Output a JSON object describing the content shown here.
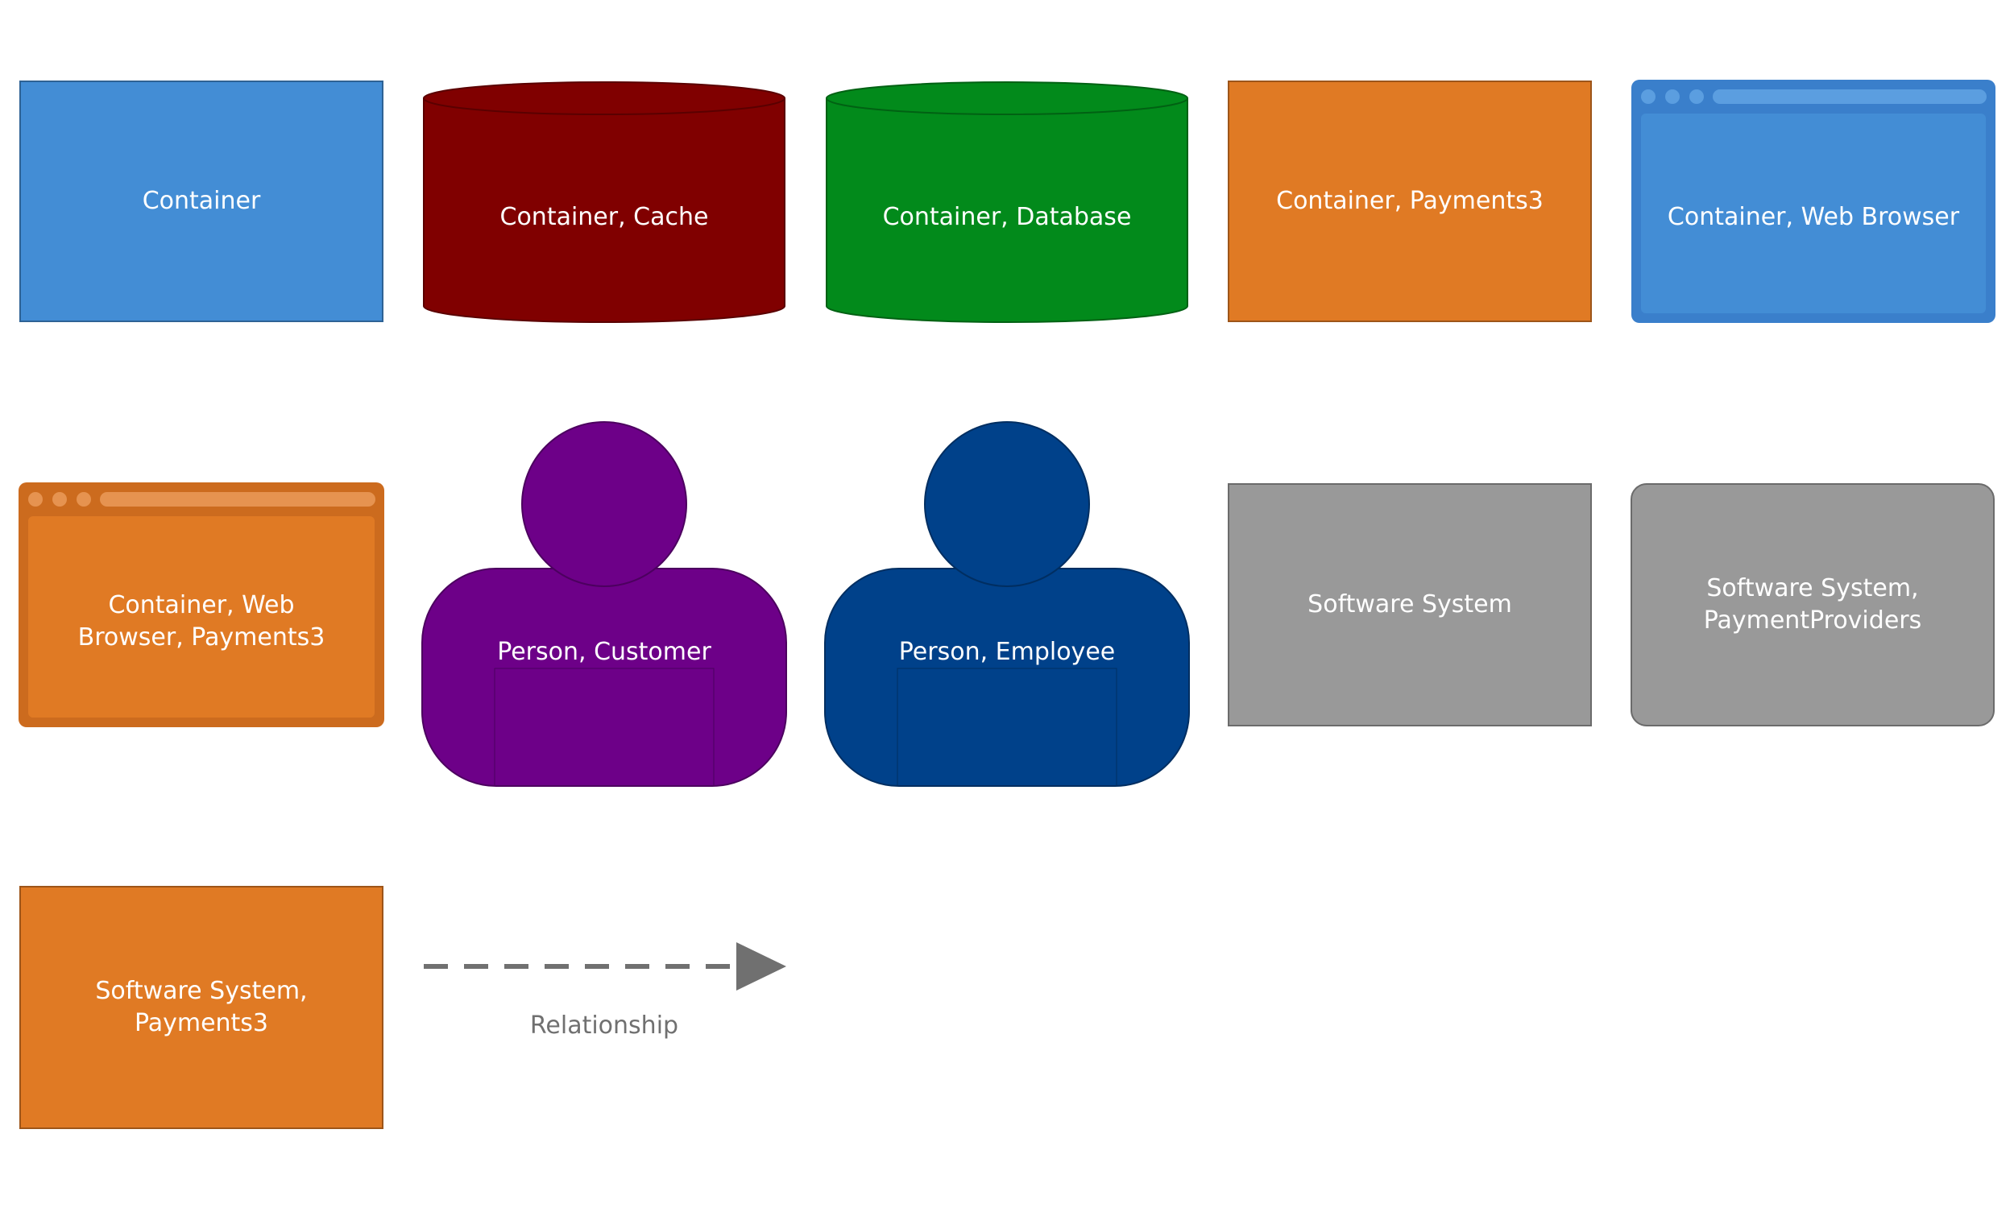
{
  "legend": {
    "container": {
      "label": "Container",
      "color": "#438dd5",
      "border": "#2e6295"
    },
    "container_cache": {
      "label": "Container, Cache",
      "color": "#800000",
      "border": "#5a0000"
    },
    "container_database": {
      "label": "Container, Database",
      "color": "#028a1b",
      "border": "#016113"
    },
    "container_payments3": {
      "label": "Container, Payments3",
      "color": "#e07a24",
      "border": "#9d5519"
    },
    "container_web_browser": {
      "label": "Container, Web Browser",
      "color": "#438dd5",
      "border": "#3a7fcb"
    },
    "container_web_browser_payments3": {
      "label": "Container, Web Browser, Payments3",
      "color": "#e07a24",
      "border": "#cc6b1e"
    },
    "person_customer": {
      "label": "Person, Customer",
      "color": "#6d0088",
      "border": "#4c005f"
    },
    "person_employee": {
      "label": "Person, Employee",
      "color": "#00418a",
      "border": "#002e61"
    },
    "software_system": {
      "label": "Software System",
      "color": "#999999",
      "border": "#6b6b6b"
    },
    "software_system_payment_providers": {
      "label": "Software System, PaymentProviders",
      "color": "#999999",
      "border": "#6b6b6b"
    },
    "software_system_payments3": {
      "label": "Software System, Payments3",
      "color": "#e07a24",
      "border": "#9d5519"
    },
    "relationship": {
      "label": "Relationship",
      "color": "#707070"
    }
  }
}
